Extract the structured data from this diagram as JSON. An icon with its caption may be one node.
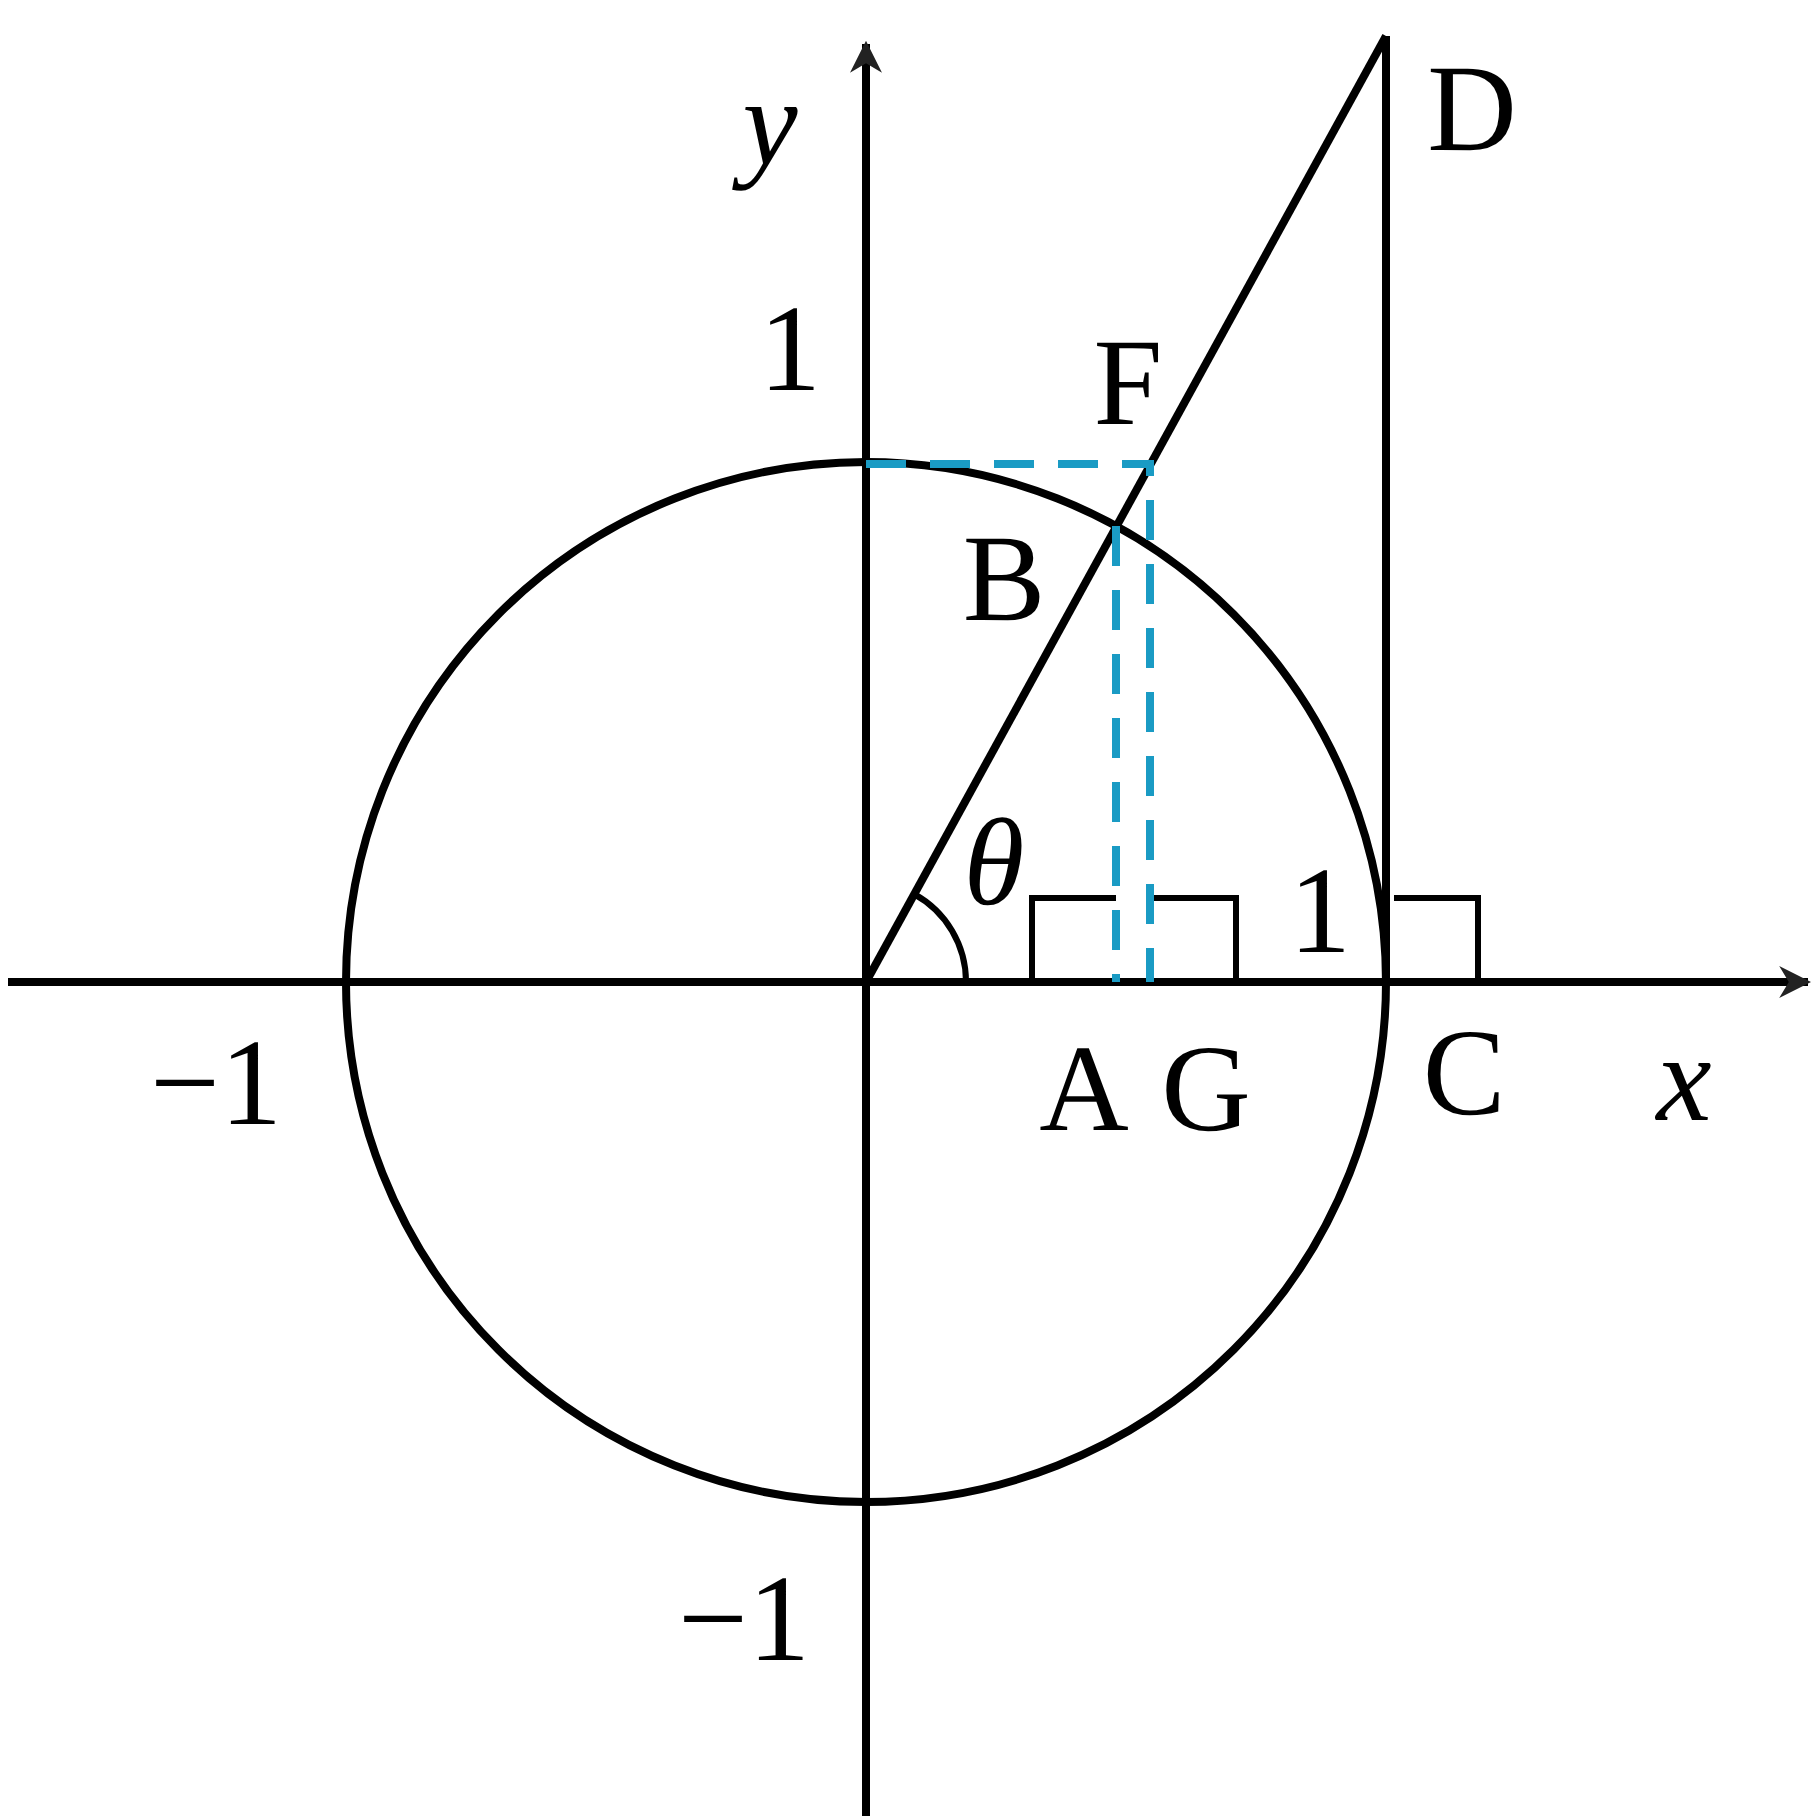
{
  "diagram": {
    "labels": [
      "y",
      "D",
      "1",
      "F",
      "B",
      "θ",
      "1",
      "−1",
      "A",
      "G",
      "C",
      "x",
      "−1"
    ]
  }
}
